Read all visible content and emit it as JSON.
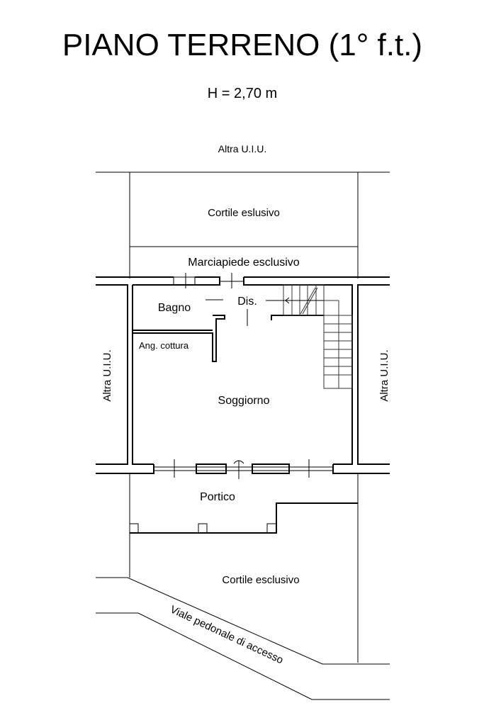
{
  "title": "PIANO TERRENO (1° f.t.)",
  "height_label": "H = 2,70 m",
  "labels": {
    "top_neighbor": "Altra U.I.U.",
    "left_neighbor": "Altra U.I.U.",
    "right_neighbor": "Altra U.I.U.",
    "courtyard_top": "Cortile eslusivo",
    "sidewalk": "Marciapiede esclusivo",
    "bathroom": "Bagno",
    "hallway": "Dis.",
    "kitchenette": "Ang. cottura",
    "living_room": "Soggiorno",
    "porch": "Portico",
    "courtyard_bottom": "Cortile esclusivo",
    "access_path": "Viale pedonale di accesso"
  }
}
